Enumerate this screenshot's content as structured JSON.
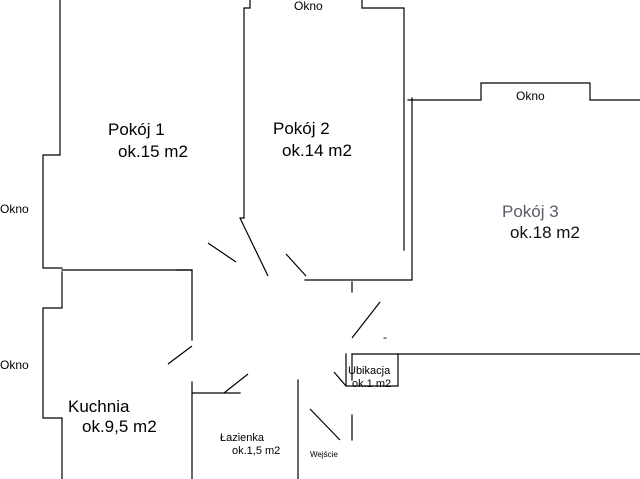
{
  "plan": {
    "rooms": [
      {
        "name": "Pokój 1",
        "area": "ok.15 m2"
      },
      {
        "name": "Pokój 2",
        "area": "ok.14 m2"
      },
      {
        "name": "Pokój 3",
        "area": "ok.18 m2"
      },
      {
        "name": "Kuchnia",
        "area": "ok.9,5 m2"
      },
      {
        "name": "Łazienka",
        "area": "ok.1,5 m2"
      },
      {
        "name": "Ubikacja",
        "area": "ok.1 m2"
      }
    ],
    "windows": [
      "Okno",
      "Okno",
      "Okno",
      "Okno"
    ],
    "entrance": "Wejście",
    "dash_mark": "-"
  }
}
